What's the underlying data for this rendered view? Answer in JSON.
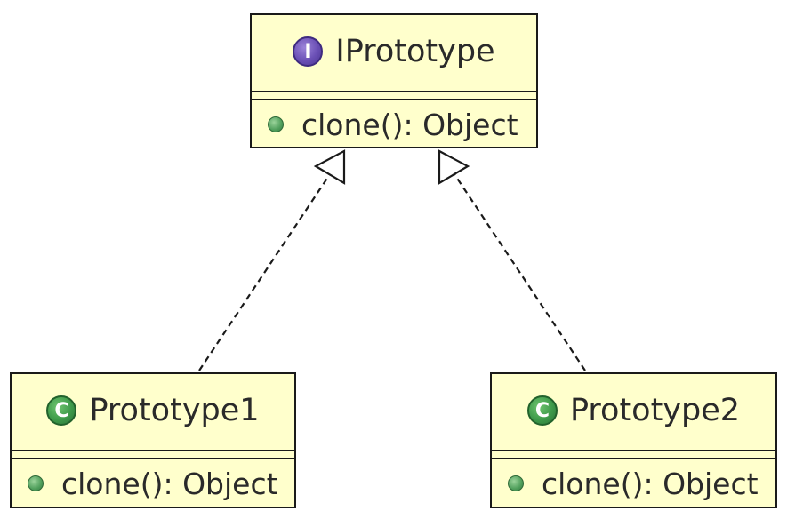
{
  "diagram": {
    "interface": {
      "name": "IPrototype",
      "badge_letter": "I",
      "badge_icon": "interface-icon",
      "badge_color": "#6a4fb5",
      "operation": "clone(): Object"
    },
    "classes": [
      {
        "name": "Prototype1",
        "badge_letter": "C",
        "badge_icon": "class-icon",
        "badge_color": "#3e9a4a",
        "operation": "clone(): Object"
      },
      {
        "name": "Prototype2",
        "badge_letter": "C",
        "badge_icon": "class-icon",
        "badge_color": "#3e9a4a",
        "operation": "clone(): Object"
      }
    ],
    "relations": [
      {
        "from": "Prototype1",
        "to": "IPrototype",
        "kind": "realization"
      },
      {
        "from": "Prototype2",
        "to": "IPrototype",
        "kind": "realization"
      }
    ],
    "colors": {
      "box_fill": "#ffffcc",
      "box_border": "#1a1a1a",
      "text": "#2a2a2a",
      "operation_dot": "#4f9e5b"
    }
  }
}
